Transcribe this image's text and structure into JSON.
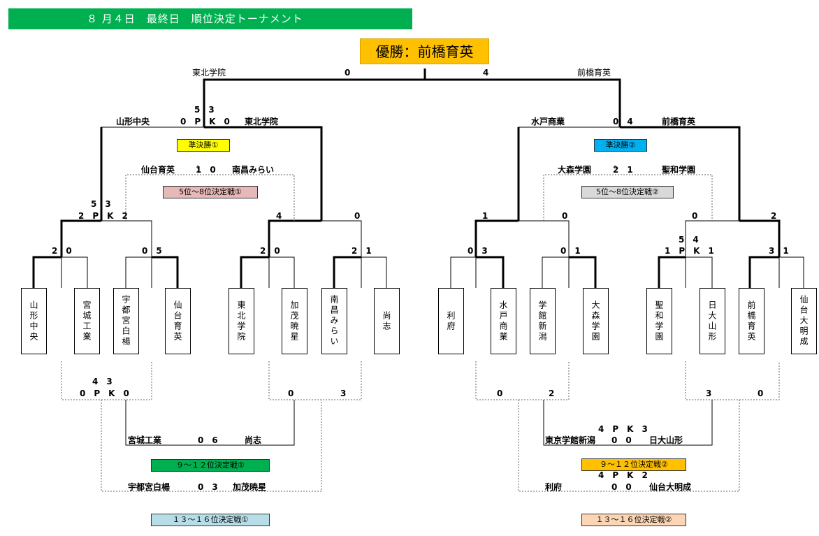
{
  "header": {
    "title": "８ 月４日　最終日　順位決定トーナメント"
  },
  "champion": {
    "text": "優勝：前橋育英"
  },
  "final": {
    "left_team": "東北学院",
    "left_score": "0",
    "right_score": "4",
    "right_team": "前橋育英"
  },
  "semi1": {
    "left_team": "山形中央",
    "pk_top": "5　3",
    "pk_line": "0　P　K　0",
    "right_team": "東北学院",
    "label": "準決勝①"
  },
  "semi2": {
    "left_team": "水戸商業",
    "score": "0　4",
    "right_team": "前橋育英",
    "label": "準決勝②"
  },
  "place5_1": {
    "left_team": "仙台育英",
    "score": "1　0",
    "right_team": "南昌みらい",
    "label": "5位～8位決定戦①"
  },
  "place5_2": {
    "left_team": "大森学園",
    "score": "2　1",
    "right_team": "聖和学園",
    "label": "5位～8位決定戦②"
  },
  "qf": {
    "a_pk_top": "5　3",
    "a_pk_line": "2　P　K　2",
    "b_left": "4",
    "b_right": "0",
    "c_left": "1",
    "c_right": "0",
    "d_pk_top": "5　4",
    "d_pk_line": "1　P　K　1",
    "d_left": "0",
    "d_right": "2"
  },
  "r1": {
    "m1": "2　0",
    "m2": "0　5",
    "m3": "2　0",
    "m4": "2　1",
    "m5": "0　3",
    "m6": "0　1",
    "m7": "3　1"
  },
  "teams": [
    {
      "name": "山形中央"
    },
    {
      "name": "宮城工業"
    },
    {
      "name": "宇都宮白楊"
    },
    {
      "name": "仙台育英"
    },
    {
      "name": "東北学院"
    },
    {
      "name": "加茂暁星"
    },
    {
      "name": "南昌みらい"
    },
    {
      "name": "尚志"
    },
    {
      "name": "利府"
    },
    {
      "name": "水戸商業"
    },
    {
      "name": "学館新潟"
    },
    {
      "name": "大森学園"
    },
    {
      "name": "聖和学園"
    },
    {
      "name": "日大山形"
    },
    {
      "name": "前橋育英"
    },
    {
      "name": "仙台大明成"
    }
  ],
  "lower_left": {
    "pk_top": "4　3",
    "pk_line": "0　P　K　0",
    "score_a": "0",
    "score_b": "3",
    "m9_left": "宮城工業",
    "m9_score": "0　6",
    "m9_right": "尚志",
    "m9_label": "９～１２位決定戦①",
    "m13_left": "宇都宮白楊",
    "m13_score": "0　3",
    "m13_right": "加茂暁星",
    "m13_label": "１３～１６位決定戦①"
  },
  "lower_right": {
    "score_a": "0",
    "score_b": "2",
    "score_c": "3",
    "score_d": "0",
    "m9_pk": "4　P　K　3",
    "m9_left": "東京学館新潟",
    "m9_score": "0　0",
    "m9_right": "日大山形",
    "m9_label": "９～１２位決定戦②",
    "m13_pk": "4　P　K　2",
    "m13_left": "利府",
    "m13_score": "0　0",
    "m13_right": "仙台大明成",
    "m13_label": "１３～１６位決定戦②"
  },
  "colors": {
    "header": "#00b050",
    "champion": "#ffc000",
    "semi1": "#ffff00",
    "semi2": "#00b0f0",
    "place5_1": "#e6b8b7",
    "place5_2": "#d9d9d9",
    "place9_1": "#00b050",
    "place9_2": "#ffc000",
    "place13_1": "#b7dee8",
    "place13_2": "#fcd5b4"
  }
}
